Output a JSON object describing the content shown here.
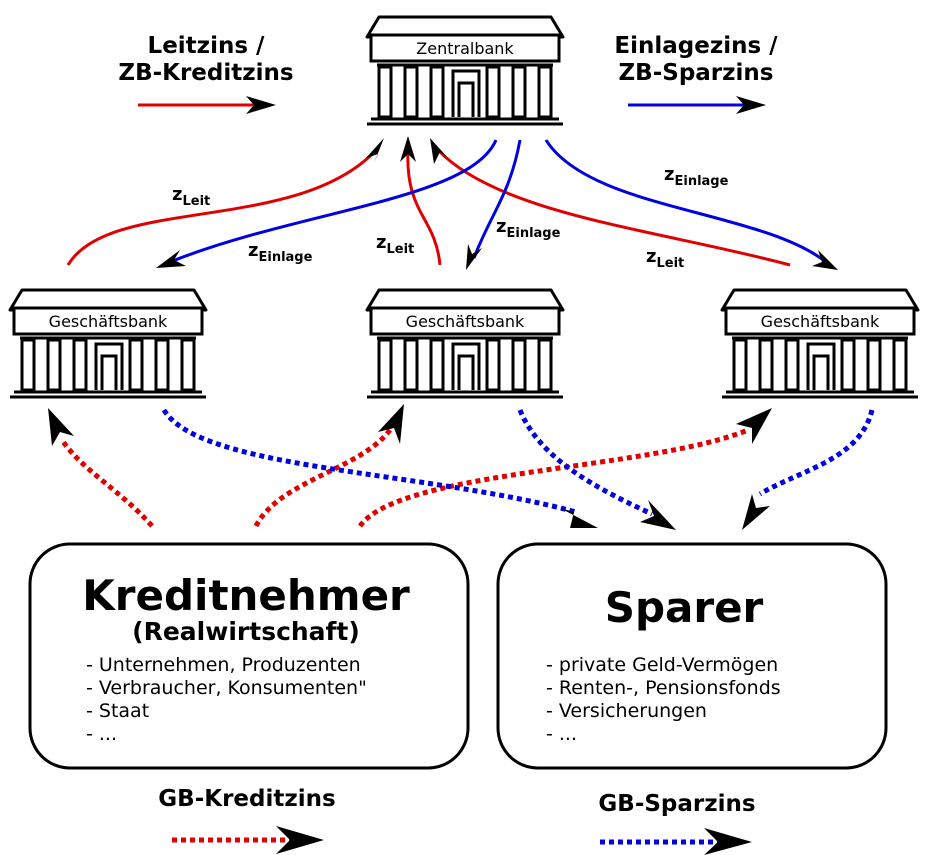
{
  "central_bank": {
    "label": "Zentralbank"
  },
  "commercial_banks": [
    {
      "label": "Geschäftsbank"
    },
    {
      "label": "Geschäftsbank"
    },
    {
      "label": "Geschäftsbank"
    }
  ],
  "legend_top": {
    "left": {
      "line1": "Leitzins /",
      "line2": "ZB-Kreditzins",
      "color": "#e00000"
    },
    "right": {
      "line1": "Einlagezins /",
      "line2": "ZB-Sparzins",
      "color": "#0000e0"
    }
  },
  "rate_labels": {
    "z": "z",
    "leit": "Leit",
    "einlage": "Einlage"
  },
  "borrowers": {
    "title": "Kreditnehmer",
    "subtitle": "(Realwirtschaft)",
    "items": [
      "- Unternehmen, Produzenten",
      "- Verbraucher, Konsumenten\"",
      "- Staat",
      "- ..."
    ]
  },
  "savers": {
    "title": "Sparer",
    "items": [
      "- private Geld-Vermögen",
      "- Renten-, Pensionsfonds",
      "- Versicherungen",
      "- ..."
    ]
  },
  "legend_bottom": {
    "left": {
      "label": "GB-Kreditzins",
      "color": "#e00000"
    },
    "right": {
      "label": "GB-Sparzins",
      "color": "#0000e0"
    }
  }
}
